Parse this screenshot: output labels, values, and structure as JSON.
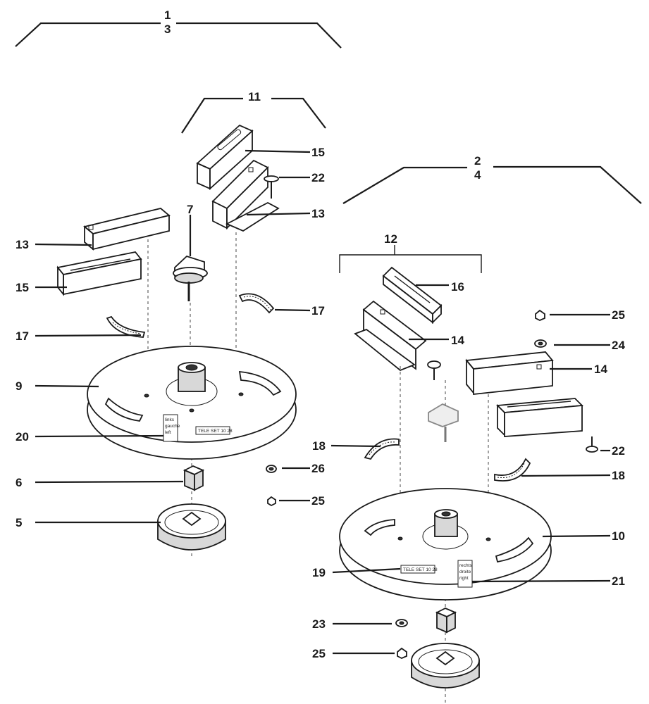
{
  "callouts": {
    "group_left_a": "1",
    "group_left_b": "3",
    "group_right_a": "2",
    "group_right_b": "4",
    "group_11": "11",
    "group_12": "12",
    "l13_top": "13",
    "l13_left": "13",
    "l15_top": "15",
    "l15_left": "15",
    "l22_top": "22",
    "l22_right": "22",
    "l7": "7",
    "l17_left": "17",
    "l17_right": "17",
    "l9": "9",
    "l20": "20",
    "l6": "6",
    "l5": "5",
    "l26": "26",
    "l25_mid": "25",
    "l25_top": "25",
    "l25_bottom": "25",
    "l24": "24",
    "l16": "16",
    "l14_bracket": "14",
    "l14_right": "14",
    "l18_left": "18",
    "l18_right": "18",
    "l10": "10",
    "l19": "19",
    "l21": "21",
    "l23": "23"
  },
  "labels": {
    "plate_left": "TELE SET 10 28",
    "plate_right": "TELE SET 10 28",
    "sticker_left": [
      "links",
      "gauche",
      "left"
    ],
    "sticker_right": [
      "rechts",
      "droite",
      "right"
    ]
  }
}
